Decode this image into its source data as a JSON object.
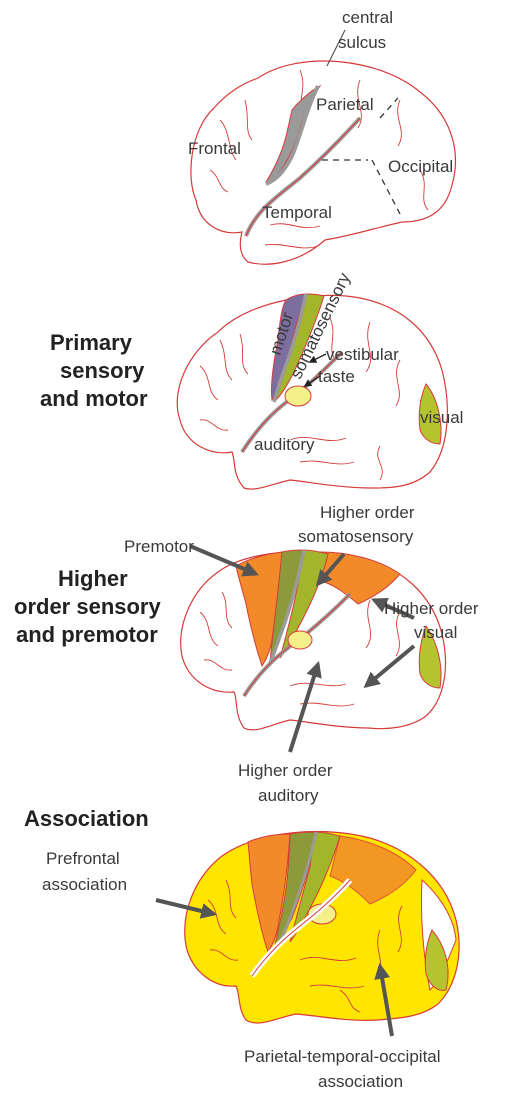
{
  "colors": {
    "outline": "#d63b3b",
    "sulcus_fill": "#9a9a9a",
    "arrow": "#555555",
    "motor": "#7c6fa0",
    "somatosensory": "#a3b52a",
    "taste": "#f5f08a",
    "visual": "#b5c42e",
    "premotor": "#f28a2a",
    "higher_somatosensory": "#8c9a3a",
    "association": "#ffe500"
  },
  "panel1": {
    "central_sulcus_line1": "central",
    "central_sulcus_line2": "sulcus",
    "parietal": "Parietal",
    "frontal": "Frontal",
    "occipital": "Occipital",
    "temporal": "Temporal"
  },
  "panel2": {
    "title_line1": "Primary",
    "title_line2": "sensory",
    "title_line3": "and motor",
    "motor": "motor",
    "somatosensory": "somatosensory",
    "vestibular": "vestibular",
    "taste": "taste",
    "visual": "visual",
    "auditory": "auditory"
  },
  "panel3": {
    "title_line1": "Higher",
    "title_line2": "order sensory",
    "title_line3": "and premotor",
    "premotor": "Premotor",
    "higher_somato_line1": "Higher order",
    "higher_somato_line2": "somatosensory",
    "higher_visual_line1": "Higher order",
    "higher_visual_line2": "visual",
    "higher_auditory_line1": "Higher order",
    "higher_auditory_line2": "auditory"
  },
  "panel4": {
    "title": "Association",
    "prefrontal_line1": "Prefrontal",
    "prefrontal_line2": "association",
    "pto_line1": "Parietal-temporal-occipital",
    "pto_line2": "association"
  }
}
